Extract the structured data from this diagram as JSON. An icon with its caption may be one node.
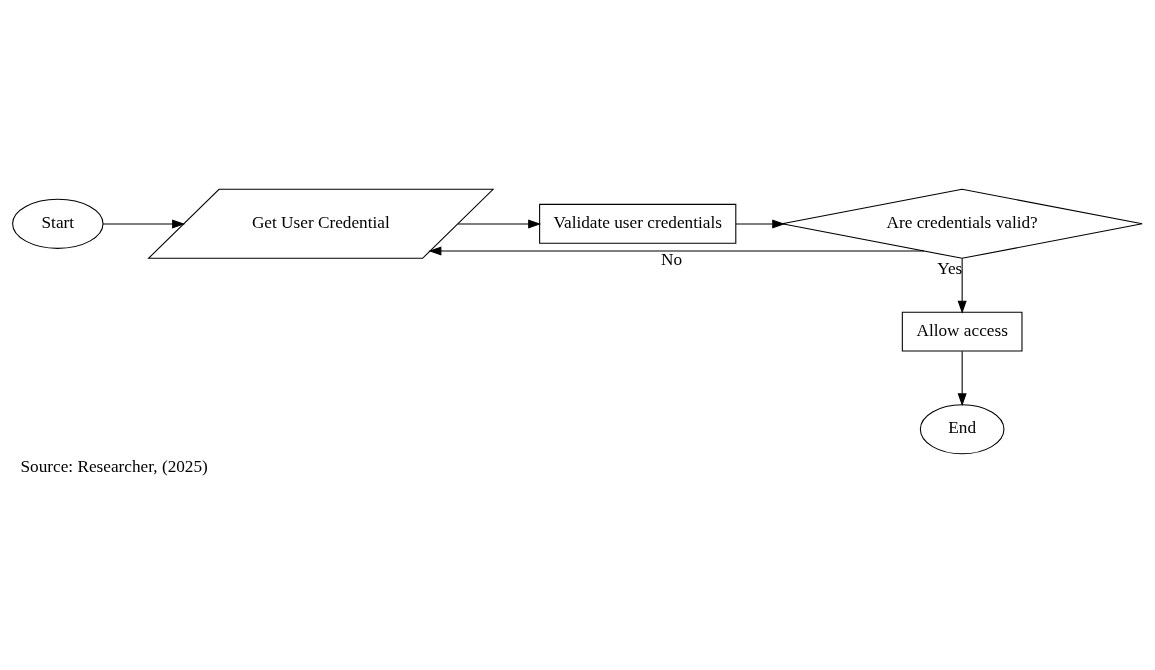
{
  "diagram": {
    "caption": "Source: Researcher, (2025)",
    "nodes": [
      {
        "text": [
          "Start"
        ]
      },
      {
        "text": [
          "Get User Credential"
        ]
      },
      {
        "text": [
          "Validate user credentials"
        ]
      },
      {
        "text": [
          "Are credentials valid?"
        ]
      },
      {
        "text": [
          "Allow access"
        ]
      },
      {
        "text": [
          "End"
        ]
      }
    ],
    "edges": [
      {
        "from": 0,
        "to": 1,
        "arrow": "to"
      },
      {
        "from": 1,
        "to": 2,
        "arrow": "to"
      },
      {
        "from": 2,
        "to": 3,
        "arrow": "to"
      },
      {
        "from": 3,
        "to": 1,
        "arrow": "to",
        "label": "No"
      },
      {
        "from": 3,
        "to": 4,
        "arrow": "to",
        "label": "Yes"
      },
      {
        "from": 4,
        "to": 5,
        "arrow": "to"
      }
    ]
  }
}
